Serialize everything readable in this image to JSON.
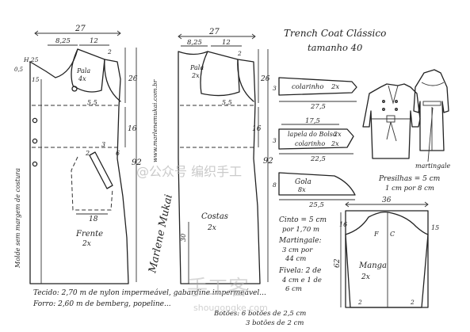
{
  "title": {
    "line1": "Trench Coat Clássico",
    "line2": "tamanho 40"
  },
  "website": "www.marlenemukai.com.br",
  "side_note": "Molde sem margem de costura",
  "signature": "Marlene Mukai",
  "front": {
    "top_width": "27",
    "left_seg": "8,25",
    "right_seg": "12",
    "small_1": "2",
    "label": "Pala",
    "label_count": "4x",
    "shoulder_drop": "H,25",
    "neck_small": "0,5",
    "left_small": "15",
    "dim_26": "26",
    "dim_5_5": "5,5",
    "dim_16": "16",
    "dim_92": "92",
    "dim_3": "3",
    "dim_2": "2",
    "dim_6": "6",
    "pocket_width": "18",
    "name": "Frente",
    "count": "2x"
  },
  "back": {
    "top_width": "27",
    "left_seg": "8,25",
    "right_seg": "12",
    "small_1": "2",
    "label": "Pala",
    "label_count": "2x",
    "dim_26": "26",
    "dim_5_5": "5,5",
    "dim_16": "16",
    "dim_92": "92",
    "dim_30": "30",
    "name": "Costas",
    "count": "2x"
  },
  "collar": {
    "label": "colarinho",
    "count": "2x",
    "top": "3",
    "width": "27,5"
  },
  "pocket_flap": {
    "width_top": "17,5",
    "label1": "lapela do Bolso",
    "count1": "2x",
    "label2": "colarinho",
    "count2": "2x",
    "dim_3": "3",
    "width": "22,5"
  },
  "gola": {
    "label": "Gola",
    "count": "8x",
    "dim_8": "8",
    "width": "25,5"
  },
  "notes": {
    "presilhas": "Presilhas = 5 cm",
    "presilhas_2": "1 cm por 8 cm",
    "cinto_1": "Cinto = 5 cm",
    "cinto_2": "por 1,70 m",
    "martingale_1": "Martingale:",
    "martingale_2": "3 cm por",
    "martingale_3": "44 cm",
    "fivela_1": "Fivela: 2 de",
    "fivela_2": "4 cm e 1 de",
    "fivela_3": "6 cm"
  },
  "sleeve": {
    "width": "36",
    "dim_16": "16",
    "dim_15": "15",
    "dim_62": "62",
    "front_mark": "F",
    "center_mark": "C",
    "name": "Manga",
    "count": "2x",
    "dim_2": "2"
  },
  "illustration_label": "martingale",
  "materials": {
    "line1": "Tecido: 2,70 m de nylon impermeável, gabardine impermeável...",
    "line2": "Forro: 2,60 m de bemberg, popeline...",
    "line3": "Botões: 6 botões de 2,5 cm",
    "line4": "3 botões de 2 cm"
  },
  "watermarks": {
    "wm1": "@公众号 编织手工",
    "wm2": "手工客",
    "wm3": "shougongke.com"
  }
}
